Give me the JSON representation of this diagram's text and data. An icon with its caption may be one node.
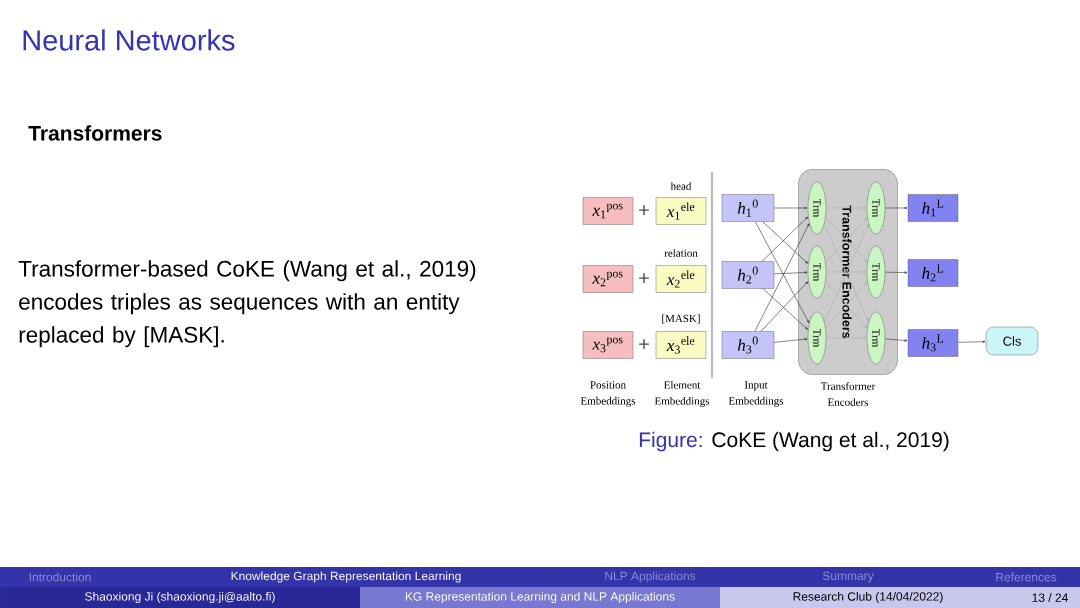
{
  "diagram": {
    "title": "Neural Networks",
    "caption": "CoKE (Wang et al., 2019)",
    "nodes": [
      {
        "text": [
          "*x*$_{1}$$^{pos}$"
        ]
      },
      {
        "text": [
          "*x*$_{1}$$^{ele}$"
        ],
        "beside": [
          "head"
        ]
      },
      {
        "text": [
          "*x*$_{2}$$^{pos}$"
        ]
      },
      {
        "text": [
          "*x*$_{2}$$^{ele}$"
        ],
        "beside": [
          "relation"
        ]
      },
      {
        "text": [
          "*x*$_{3}$$^{pos}$"
        ]
      },
      {
        "text": [
          "*x*$_{3}$$^{ele}$"
        ],
        "beside": [
          "[MASK]"
        ]
      },
      {
        "text": [
          "*h*$_{1}$$^{0}$"
        ]
      },
      {
        "text": [
          "*h*$_{2}$$^{0}$"
        ]
      },
      {
        "text": [
          "*h*$_{3}$$^{0}$"
        ]
      },
      {
        "text": [
          "Transformer Encoders"
        ]
      },
      {
        "text": [
          "Trm"
        ],
        "in": 9
      },
      {
        "text": [
          "Trm"
        ],
        "in": 9
      },
      {
        "text": [
          "Trm"
        ],
        "in": 9
      },
      {
        "text": [
          "Trm"
        ],
        "in": 9
      },
      {
        "text": [
          "Trm"
        ],
        "in": 9
      },
      {
        "text": [
          "Trm"
        ],
        "in": 9
      },
      {
        "text": [
          "*h*$_{1}$$^{L}$"
        ]
      },
      {
        "text": [
          "*h*$_{2}$$^{L}$"
        ]
      },
      {
        "text": [
          "*h*$_{3}$$^{L}$"
        ]
      },
      {
        "text": [
          "Cls"
        ]
      }
    ],
    "edges": [
      {
        "from": 6,
        "to": 10,
        "arrow": "to"
      },
      {
        "from": 6,
        "to": 11,
        "arrow": "to"
      },
      {
        "from": 6,
        "to": 12,
        "arrow": "to"
      },
      {
        "from": 7,
        "to": 10,
        "arrow": "to"
      },
      {
        "from": 7,
        "to": 11,
        "arrow": "to"
      },
      {
        "from": 7,
        "to": 12,
        "arrow": "to"
      },
      {
        "from": 8,
        "to": 10,
        "arrow": "to"
      },
      {
        "from": 8,
        "to": 11,
        "arrow": "to"
      },
      {
        "from": 8,
        "to": 12,
        "arrow": "to"
      },
      {
        "from": 10,
        "to": 13,
        "arrow": "to",
        "color": "#aaaaaa"
      },
      {
        "from": 10,
        "to": 14,
        "arrow": "to",
        "color": "#aaaaaa"
      },
      {
        "from": 10,
        "to": 15,
        "arrow": "to",
        "color": "#aaaaaa"
      },
      {
        "from": 11,
        "to": 13,
        "arrow": "to",
        "color": "#aaaaaa"
      },
      {
        "from": 11,
        "to": 14,
        "arrow": "to",
        "color": "#aaaaaa"
      },
      {
        "from": 11,
        "to": 15,
        "arrow": "to",
        "color": "#aaaaaa"
      },
      {
        "from": 12,
        "to": 13,
        "arrow": "to",
        "color": "#aaaaaa"
      },
      {
        "from": 12,
        "to": 14,
        "arrow": "to",
        "color": "#aaaaaa"
      },
      {
        "from": 12,
        "to": 15,
        "arrow": "to",
        "color": "#aaaaaa"
      },
      {
        "from": 13,
        "to": 16,
        "arrow": "to"
      },
      {
        "from": 14,
        "to": 17,
        "arrow": "to"
      },
      {
        "from": 15,
        "to": 18,
        "arrow": "to"
      },
      {
        "from": 18,
        "to": 19,
        "arrow": "to"
      }
    ],
    "labels": [
      "Transformers",
      "Transformer-based CoKE (Wang et al., 2019) encodes triples as sequences with an entity replaced by [MASK].",
      "+",
      "+",
      "+",
      "Position Embeddings",
      "Element Embeddings",
      "Input Embeddings",
      "Transformer Encoders",
      "Figure:",
      "Introduction",
      "Knowledge Graph Representation Learning",
      "NLP Applications",
      "Summary",
      "References",
      "Shaoxiong Ji (shaoxiong.ji@aalto.fi)",
      "KG Representation Learning and NLP Applications",
      "Research Club (14/04/2022)",
      "13 / 24"
    ]
  }
}
